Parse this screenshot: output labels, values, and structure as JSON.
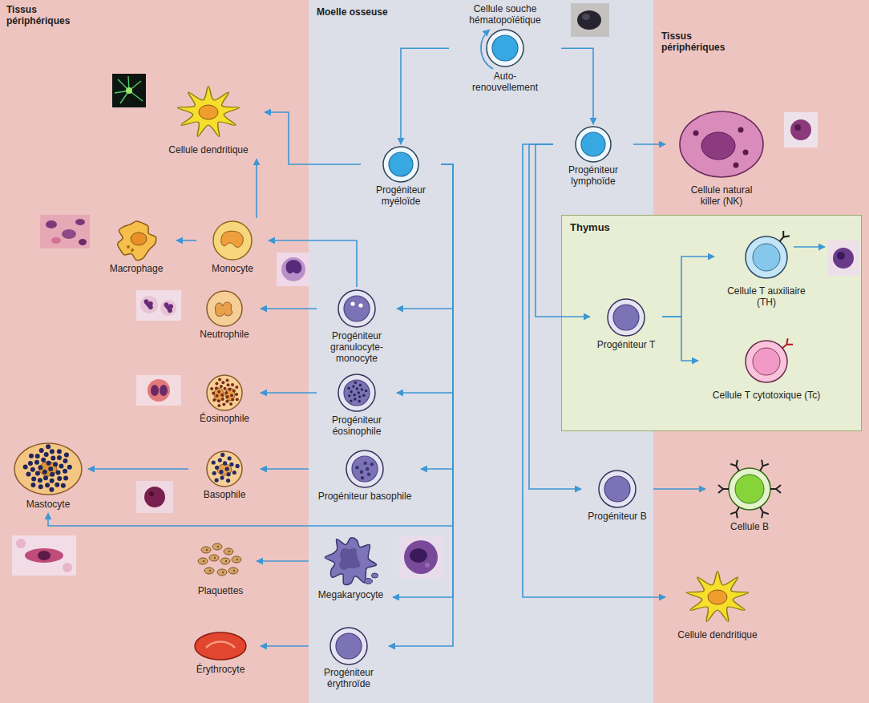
{
  "diagram": {
    "nodes": [
      {
        "text": [
          "Tissus périphériques"
        ]
      },
      {
        "text": [
          "Moelle osseuse"
        ]
      },
      {
        "text": [
          "Tissus périphériques"
        ]
      },
      {
        "text": [
          "Cellule souche hématopoïétique",
          "Auto-renouvellement"
        ],
        "in": 1
      },
      {
        "text": [
          "Progéniteur myéloïde"
        ],
        "in": 1
      },
      {
        "text": [
          "Progéniteur lymphoïde"
        ],
        "in": 1
      },
      {
        "text": [
          "Cellule natural killer (NK)"
        ],
        "in": 2
      },
      {
        "text": [
          "Cellule dendritique"
        ],
        "in": 0
      },
      {
        "text": [
          "Macrophage"
        ],
        "in": 0
      },
      {
        "text": [
          "Monocyte"
        ],
        "in": 0
      },
      {
        "text": [
          "Neutrophile"
        ],
        "in": 0
      },
      {
        "text": [
          "Progéniteur granulocyte-monocyte"
        ],
        "in": 1
      },
      {
        "text": [
          "Éosinophile"
        ],
        "in": 0
      },
      {
        "text": [
          "Progéniteur éosinophile"
        ],
        "in": 1
      },
      {
        "text": [
          "Basophile"
        ],
        "in": 0
      },
      {
        "text": [
          "Progéniteur basophile"
        ],
        "in": 1
      },
      {
        "text": [
          "Mastocyte"
        ],
        "in": 0
      },
      {
        "text": [
          "Plaquettes"
        ],
        "in": 0
      },
      {
        "text": [
          "Megakaryocyte"
        ],
        "in": 1
      },
      {
        "text": [
          "Érythrocyte"
        ],
        "in": 0
      },
      {
        "text": [
          "Progéniteur érythroïde"
        ],
        "in": 1
      },
      {
        "text": [
          "Thymus"
        ]
      },
      {
        "text": [
          "Progéniteur T"
        ],
        "in": 21
      },
      {
        "text": [
          "Cellule T auxiliaire (TH)"
        ],
        "in": 21
      },
      {
        "text": [
          "Cellule T cytotoxique (Tc)"
        ],
        "in": 21
      },
      {
        "text": [
          "Progéniteur B"
        ],
        "in": 1
      },
      {
        "text": [
          "Cellule B"
        ],
        "in": 2
      },
      {
        "text": [
          "Cellule dendritique"
        ],
        "in": 2
      }
    ],
    "edges": [
      {
        "from": 3,
        "to": 4,
        "arrow": "to"
      },
      {
        "from": 3,
        "to": 5,
        "arrow": "to"
      },
      {
        "from": 4,
        "to": 7,
        "arrow": "to"
      },
      {
        "from": 9,
        "to": 8,
        "arrow": "to"
      },
      {
        "from": 9,
        "to": 7,
        "arrow": "to"
      },
      {
        "from": 11,
        "to": 9,
        "arrow": "to"
      },
      {
        "from": 11,
        "to": 10,
        "arrow": "to"
      },
      {
        "from": 4,
        "to": 11,
        "arrow": "to"
      },
      {
        "from": 13,
        "to": 12,
        "arrow": "to"
      },
      {
        "from": 4,
        "to": 13,
        "arrow": "to"
      },
      {
        "from": 15,
        "to": 14,
        "arrow": "to"
      },
      {
        "from": 4,
        "to": 15,
        "arrow": "to"
      },
      {
        "from": 14,
        "to": 16,
        "arrow": "to"
      },
      {
        "from": 4,
        "to": 16,
        "arrow": "to"
      },
      {
        "from": 18,
        "to": 17,
        "arrow": "to"
      },
      {
        "from": 4,
        "to": 18,
        "arrow": "to"
      },
      {
        "from": 20,
        "to": 19,
        "arrow": "to"
      },
      {
        "from": 4,
        "to": 20,
        "arrow": "to"
      },
      {
        "from": 5,
        "to": 6,
        "arrow": "to"
      },
      {
        "from": 5,
        "to": 22,
        "arrow": "to"
      },
      {
        "from": 22,
        "to": 23,
        "arrow": "to"
      },
      {
        "from": 22,
        "to": 24,
        "arrow": "to"
      },
      {
        "from": 5,
        "to": 25,
        "arrow": "to"
      },
      {
        "from": 25,
        "to": 26,
        "arrow": "to"
      },
      {
        "from": 5,
        "to": 27,
        "arrow": "to"
      }
    ]
  }
}
